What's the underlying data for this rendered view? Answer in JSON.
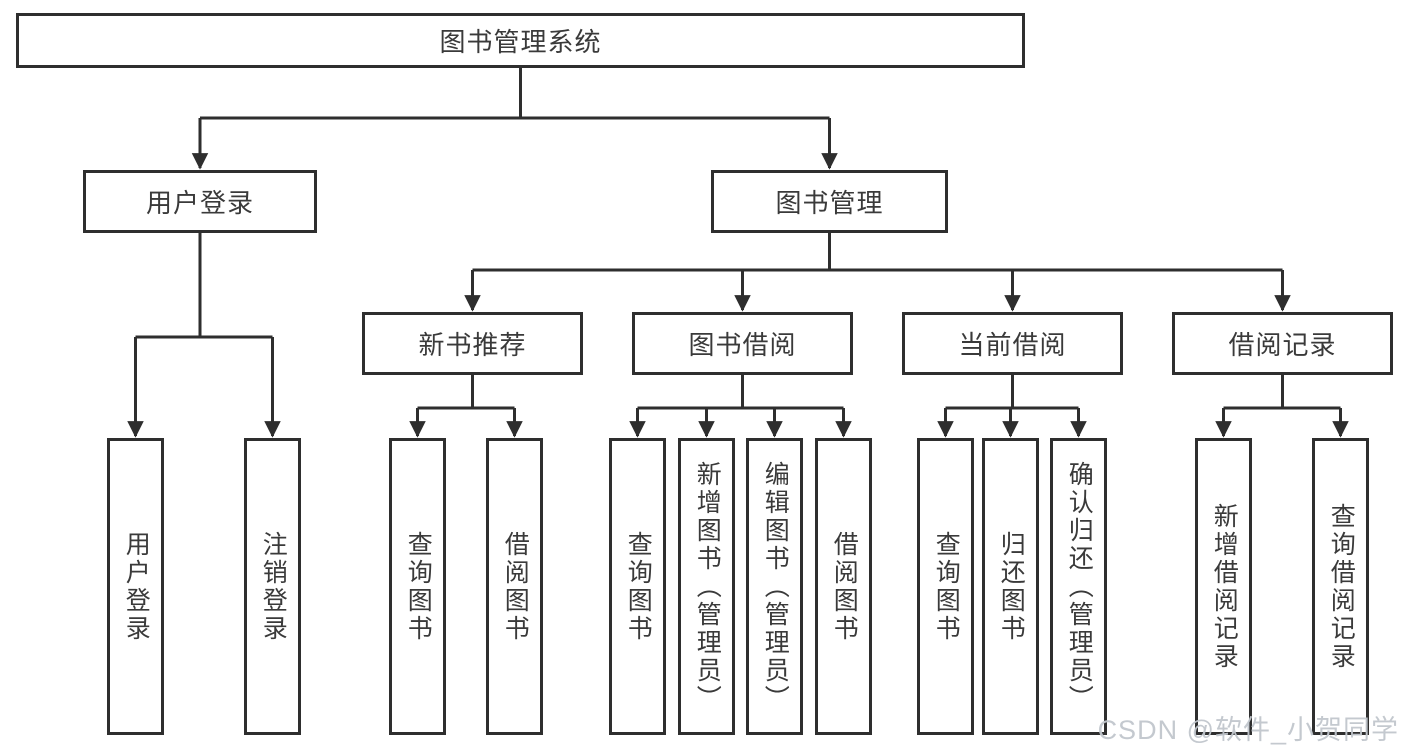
{
  "root": {
    "label": "图书管理系统"
  },
  "branches": [
    {
      "label": "用户登录",
      "children": [
        {
          "label": "用户登录"
        },
        {
          "label": "注销登录"
        }
      ]
    },
    {
      "label": "图书管理",
      "children": [
        {
          "label": "新书推荐",
          "children": [
            {
              "label": "查询图书"
            },
            {
              "label": "借阅图书"
            }
          ]
        },
        {
          "label": "图书借阅",
          "children": [
            {
              "label": "查询图书"
            },
            {
              "label": "新增图书（管理员）"
            },
            {
              "label": "编辑图书（管理员）"
            },
            {
              "label": "借阅图书"
            }
          ]
        },
        {
          "label": "当前借阅",
          "children": [
            {
              "label": "查询图书"
            },
            {
              "label": "归还图书"
            },
            {
              "label": "确认归还（管理员）"
            }
          ]
        },
        {
          "label": "借阅记录",
          "children": [
            {
              "label": "新增借阅记录"
            },
            {
              "label": "查询借阅记录"
            }
          ]
        }
      ]
    }
  ],
  "watermark": {
    "text": "CSDN @软件_小贺同学"
  },
  "colors": {
    "line": "#333333",
    "text": "#3a3a3a",
    "watermark": "#c1c6cc",
    "background": "#ffffff"
  }
}
